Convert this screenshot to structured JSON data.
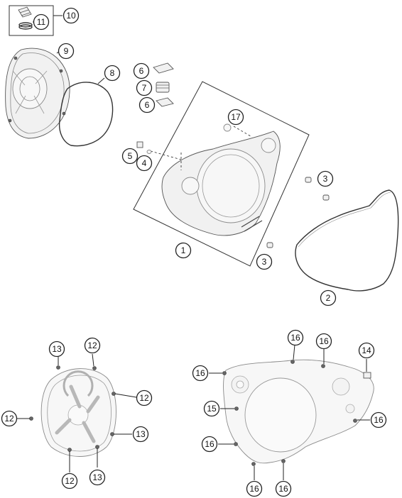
{
  "callouts": [
    {
      "id": "c10",
      "label": "10"
    },
    {
      "id": "c11",
      "label": "11"
    },
    {
      "id": "c9",
      "label": "9"
    },
    {
      "id": "c8",
      "label": "8"
    },
    {
      "id": "c6a",
      "label": "6"
    },
    {
      "id": "c7",
      "label": "7"
    },
    {
      "id": "c6b",
      "label": "6"
    },
    {
      "id": "c17",
      "label": "17"
    },
    {
      "id": "c5",
      "label": "5"
    },
    {
      "id": "c4",
      "label": "4"
    },
    {
      "id": "c3a",
      "label": "3"
    },
    {
      "id": "c1",
      "label": "1"
    },
    {
      "id": "c3b",
      "label": "3"
    },
    {
      "id": "c2",
      "label": "2"
    },
    {
      "id": "c13a",
      "label": "13"
    },
    {
      "id": "c12a",
      "label": "12"
    },
    {
      "id": "c12b",
      "label": "12"
    },
    {
      "id": "c12c",
      "label": "12"
    },
    {
      "id": "c13b",
      "label": "13"
    },
    {
      "id": "c12d",
      "label": "12"
    },
    {
      "id": "c13c",
      "label": "13"
    },
    {
      "id": "c16a",
      "label": "16"
    },
    {
      "id": "c16b",
      "label": "16"
    },
    {
      "id": "c14",
      "label": "14"
    },
    {
      "id": "c16c",
      "label": "16"
    },
    {
      "id": "c15",
      "label": "15"
    },
    {
      "id": "c16d",
      "label": "16"
    },
    {
      "id": "c16e",
      "label": "16"
    },
    {
      "id": "c16f",
      "label": "16"
    },
    {
      "id": "c16g",
      "label": "16"
    }
  ]
}
